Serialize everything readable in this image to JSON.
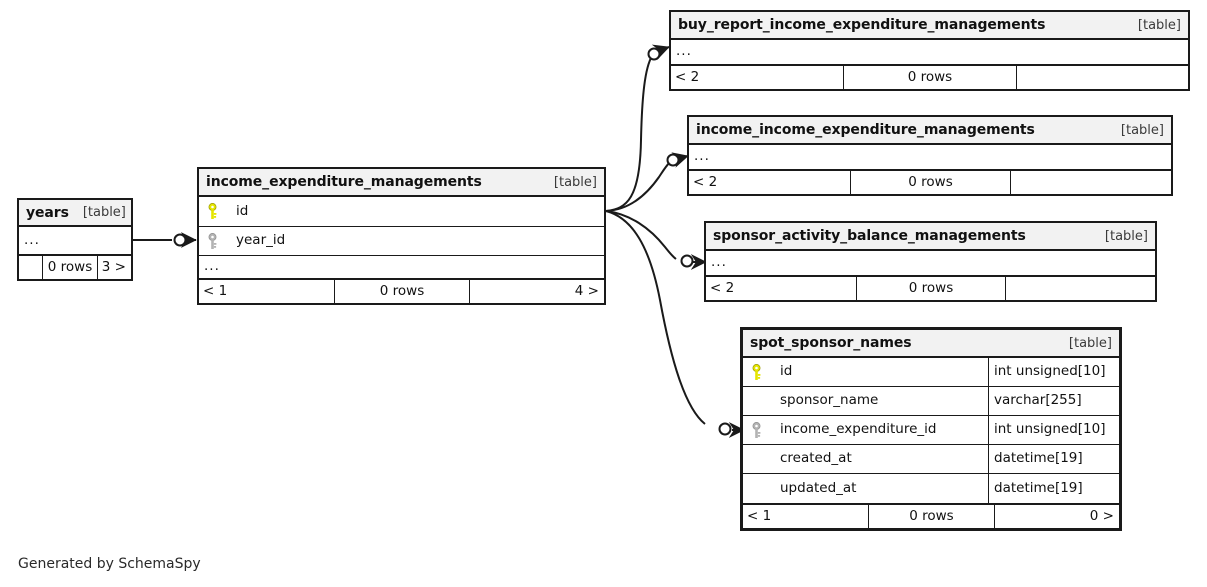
{
  "diagram": {
    "kind": "database-schema-er-diagram",
    "caption": "Generated by SchemaSpy",
    "table_tag": "[table]",
    "ellipsis": "...",
    "colors": {
      "background": "#ffffff",
      "border": "#1a1a1a",
      "title_fill": "#f2f2f2",
      "primary_key": "#e5e500",
      "foreign_key": "#b3b3b3",
      "text": "#111111"
    }
  },
  "tables": {
    "years": {
      "name": "years",
      "tag": "[table]",
      "ellipsis": "...",
      "footer": {
        "left": "",
        "center": "0 rows",
        "right": "3 >"
      }
    },
    "income_expenditure_managements": {
      "name": "income_expenditure_managements",
      "tag": "[table]",
      "columns": [
        {
          "key": "primary",
          "name": "id"
        },
        {
          "key": "foreign",
          "name": "year_id"
        }
      ],
      "ellipsis": "...",
      "footer": {
        "left": "< 1",
        "center": "0 rows",
        "right": "4 >"
      }
    },
    "buy_report_income_expenditure_managements": {
      "name": "buy_report_income_expenditure_managements",
      "tag": "[table]",
      "ellipsis": "...",
      "footer": {
        "left": "< 2",
        "center": "0 rows",
        "right": ""
      }
    },
    "income_income_expenditure_managements": {
      "name": "income_income_expenditure_managements",
      "tag": "[table]",
      "ellipsis": "...",
      "footer": {
        "left": "< 2",
        "center": "0 rows",
        "right": ""
      }
    },
    "sponsor_activity_balance_managements": {
      "name": "sponsor_activity_balance_managements",
      "tag": "[table]",
      "ellipsis": "...",
      "footer": {
        "left": "< 2",
        "center": "0 rows",
        "right": ""
      }
    },
    "spot_sponsor_names": {
      "name": "spot_sponsor_names",
      "tag": "[table]",
      "columns": [
        {
          "key": "primary",
          "name": "id",
          "type": "int unsigned[10]"
        },
        {
          "key": "none",
          "name": "sponsor_name",
          "type": "varchar[255]"
        },
        {
          "key": "foreign",
          "name": "income_expenditure_id",
          "type": "int unsigned[10]"
        },
        {
          "key": "none",
          "name": "created_at",
          "type": "datetime[19]"
        },
        {
          "key": "none",
          "name": "updated_at",
          "type": "datetime[19]"
        }
      ],
      "footer": {
        "left": "< 1",
        "center": "0 rows",
        "right": "0 >"
      }
    }
  },
  "relationships": [
    {
      "from": "years",
      "to": "income_expenditure_managements",
      "to_column": "year_id",
      "cardinality": "zero-or-one-to-many"
    },
    {
      "from": "income_expenditure_managements",
      "to": "buy_report_income_expenditure_managements",
      "cardinality": "zero-or-one-to-many"
    },
    {
      "from": "income_expenditure_managements",
      "to": "income_income_expenditure_managements",
      "cardinality": "zero-or-one-to-many"
    },
    {
      "from": "income_expenditure_managements",
      "to": "sponsor_activity_balance_managements",
      "cardinality": "zero-or-one-to-many"
    },
    {
      "from": "income_expenditure_managements",
      "to": "spot_sponsor_names",
      "to_column": "income_expenditure_id",
      "cardinality": "zero-or-one-to-many"
    }
  ]
}
